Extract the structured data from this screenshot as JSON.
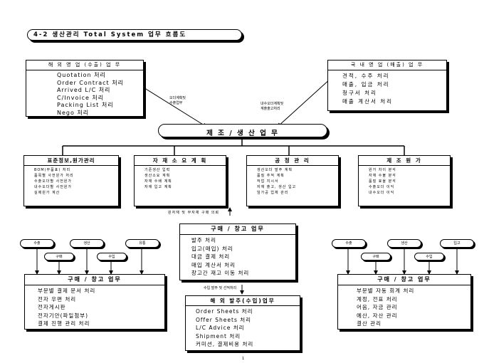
{
  "title": "4-2 생산관리 Total System 업무 흐름도",
  "overseas": {
    "header": "해 외 영 업 (수출) 업 무",
    "items": [
      "Quotation 처리",
      "Order Contract 처리",
      "Arrived L/C 처리",
      "C/Invoice 처리",
      "Packing List 처리",
      "Nego 처리"
    ]
  },
  "domestic": {
    "header": "국 내 영 업 (매출) 업 무",
    "items": [
      "견적, 수주 처리",
      "매출, 입금 처리",
      "청구서 처리",
      "매출 계산서 처리"
    ]
  },
  "center_label_left": [
    "오더계획및",
    "수출업무"
  ],
  "center_label_right": [
    "내수오더계획및",
    "계출출고처리"
  ],
  "production": {
    "title": "제 조 / 생 산 업 무"
  },
  "modules": [
    {
      "header": "표준정보,원가관리",
      "items": [
        "BOM(부품표) 처리",
        "품목별 사전원가 처리",
        "수출오더별 사전원가",
        "내수오더별 사전원가",
        "실제원가 계산"
      ]
    },
    {
      "header": "자 재 소 요 계 획",
      "items": [
        "기준생산 입력",
        "생산소요 계획",
        "자재 수배 계획",
        "자재 입고 계획"
      ]
    },
    {
      "header": "공 정 관 리",
      "items": [
        "생산오더 발주 계획",
        "품질 추적 계획",
        "작업 지시서",
        "자재 출고, 생산 입고",
        "임가공 업체 관리"
      ]
    },
    {
      "header": "제 조 원 가",
      "items": [
        "원가 차이 분석",
        "자재 수불 분석",
        "품질 효율 분석",
        "수출오더 이익",
        "내수오더 이익"
      ]
    }
  ],
  "purchase_label": "원자재 및 부자재 구매 의뢰",
  "purchase_center": {
    "header": "구매 / 창고 업무",
    "items": [
      "발주 처리",
      "입고(매입) 처리",
      "대금 결제 처리",
      "매입 계산서 처리",
      "창고간 재고 이동 처리"
    ]
  },
  "import_label": "수입 발주 및 선적처리",
  "import_box": {
    "header": "해 외 발주(수입)업무",
    "items": [
      "Order Sheets 처리",
      "Offer Sheets 처리",
      "L/C Advice 처리",
      "Shipment 처리",
      "커미션, 결제비용 처리"
    ]
  },
  "left_pills": [
    "수출",
    "생산",
    "유통",
    "구매",
    "수입"
  ],
  "left_box": {
    "header": "구매 / 창고 업무",
    "items": [
      "부문별 결제 문서 처리",
      "전자 우편 처리",
      "전자게시판",
      "전자기안(파일첨부)",
      "결제 진행 관리 처리"
    ]
  },
  "right_pills": [
    "수출",
    "생산",
    "입고",
    "구매",
    "수입"
  ],
  "right_box": {
    "header": "구매 / 창고 업무",
    "items": [
      "부문별 자동 회계 처리",
      "계정, 전표 처리",
      "어음, 자금 관리",
      "예산, 자산 관리",
      "결산 관리"
    ]
  },
  "page_number": "1"
}
